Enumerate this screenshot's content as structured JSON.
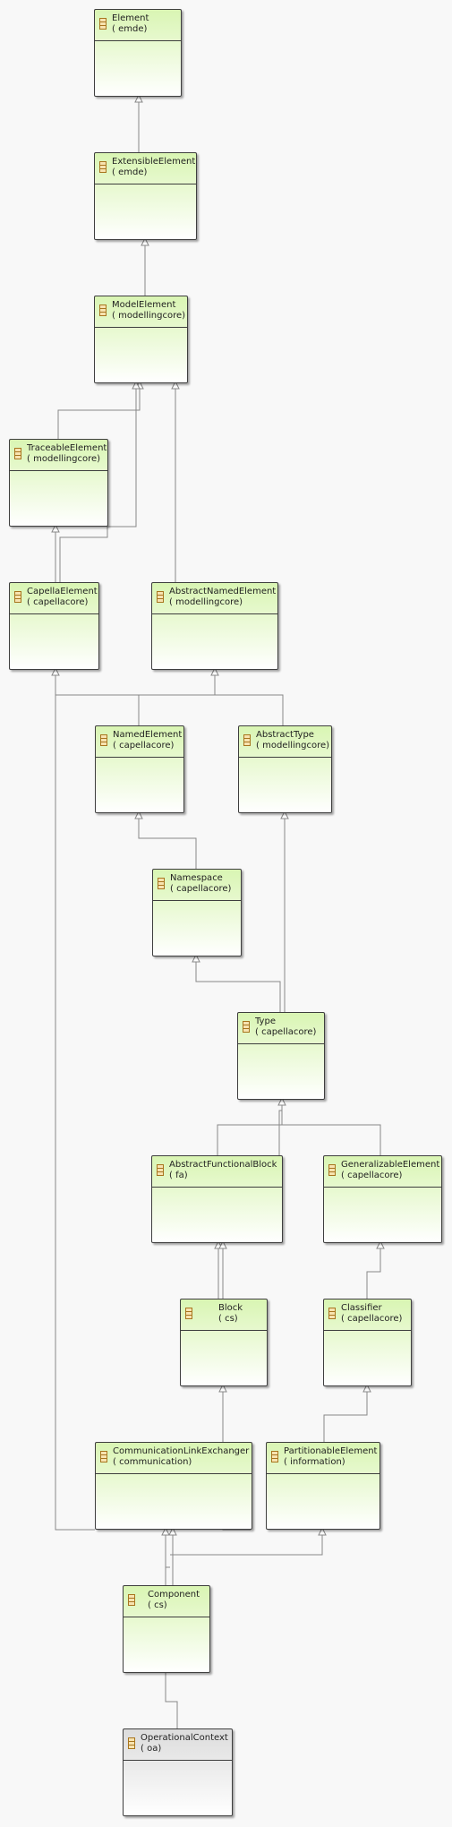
{
  "diagram": {
    "classes": [
      {
        "id": "element",
        "name": "Element",
        "package": "( emde)"
      },
      {
        "id": "extensible",
        "name": "ExtensibleElement",
        "package": "( emde)"
      },
      {
        "id": "model",
        "name": "ModelElement",
        "package": "( modellingcore)"
      },
      {
        "id": "traceable",
        "name": "TraceableElement",
        "package": "( modellingcore)"
      },
      {
        "id": "capella",
        "name": "CapellaElement",
        "package": "( capellacore)"
      },
      {
        "id": "abstractnamed",
        "name": "AbstractNamedElement",
        "package": "( modellingcore)"
      },
      {
        "id": "named",
        "name": "NamedElement",
        "package": "( capellacore)"
      },
      {
        "id": "abstracttype",
        "name": "AbstractType",
        "package": "( modellingcore)"
      },
      {
        "id": "namespace",
        "name": "Namespace",
        "package": "( capellacore)"
      },
      {
        "id": "type",
        "name": "Type",
        "package": "( capellacore)"
      },
      {
        "id": "afb",
        "name": "AbstractFunctionalBlock",
        "package": "( fa)"
      },
      {
        "id": "generalizable",
        "name": "GeneralizableElement",
        "package": "( capellacore)"
      },
      {
        "id": "block",
        "name": "Block",
        "package": "( cs)"
      },
      {
        "id": "classifier",
        "name": "Classifier",
        "package": "( capellacore)"
      },
      {
        "id": "commlink",
        "name": "CommunicationLinkExchanger",
        "package": "( communication)"
      },
      {
        "id": "partitionable",
        "name": "PartitionableElement",
        "package": "( information)"
      },
      {
        "id": "component",
        "name": "Component",
        "package": "( cs)"
      },
      {
        "id": "opcontext",
        "name": "OperationalContext",
        "package": "( oa)",
        "highlight": "gray"
      }
    ],
    "generalizations": [
      [
        "extensible",
        "element"
      ],
      [
        "model",
        "extensible"
      ],
      [
        "traceable",
        "model"
      ],
      [
        "capella",
        "model"
      ],
      [
        "capella",
        "traceable"
      ],
      [
        "abstractnamed",
        "model"
      ],
      [
        "named",
        "capella"
      ],
      [
        "named",
        "abstractnamed"
      ],
      [
        "abstracttype",
        "abstractnamed"
      ],
      [
        "namespace",
        "named"
      ],
      [
        "type",
        "namespace"
      ],
      [
        "type",
        "abstracttype"
      ],
      [
        "afb",
        "type"
      ],
      [
        "generalizable",
        "type"
      ],
      [
        "block",
        "afb"
      ],
      [
        "classifier",
        "generalizable"
      ],
      [
        "commlink",
        "capella"
      ],
      [
        "partitionable",
        "classifier"
      ],
      [
        "component",
        "block"
      ],
      [
        "component",
        "commlink"
      ],
      [
        "component",
        "partitionable"
      ],
      [
        "opcontext",
        "component"
      ]
    ],
    "colors": {
      "box_fill": "#d9f5b3",
      "context_fill": "#dcdcdc",
      "edge": "#888888"
    }
  }
}
